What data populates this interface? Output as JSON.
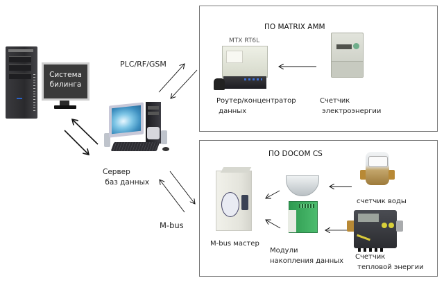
{
  "left": {
    "billing_system": {
      "label": "Система\nбилинга"
    },
    "server": {
      "label": "Сервер\n баз данных"
    },
    "link_top_label": "PLC/RF/GSM",
    "link_bottom_label": "M-bus"
  },
  "matrix_box": {
    "title": "ПО MATRIX AMM",
    "router": {
      "model": "MTX RT6L",
      "label": "Роутер/концентратор\n данных"
    },
    "electric_meter": {
      "label": "Счетчик\n электроэнергии"
    }
  },
  "docom_box": {
    "title": "ПО DOCOM CS",
    "mbus_master": {
      "label": "M-bus мастер"
    },
    "modules": {
      "label": "Модули\nнакопления данных"
    },
    "water_meter": {
      "label": "счетчик воды"
    },
    "heat_meter": {
      "label": "Счетчик\n тепловой энергии"
    }
  },
  "connections": [
    {
      "from": "billing_system",
      "to": "server",
      "bidirectional": true
    },
    {
      "from": "server",
      "to": "matrix_box",
      "via": "PLC/RF/GSM",
      "bidirectional": true
    },
    {
      "from": "server",
      "to": "docom_box",
      "via": "M-bus",
      "bidirectional": true
    },
    {
      "from": "electric_meter",
      "to": "router"
    },
    {
      "from": "water_meter",
      "to": "modules"
    },
    {
      "from": "heat_meter",
      "to": "modules"
    },
    {
      "from": "modules",
      "to": "mbus_master"
    }
  ]
}
